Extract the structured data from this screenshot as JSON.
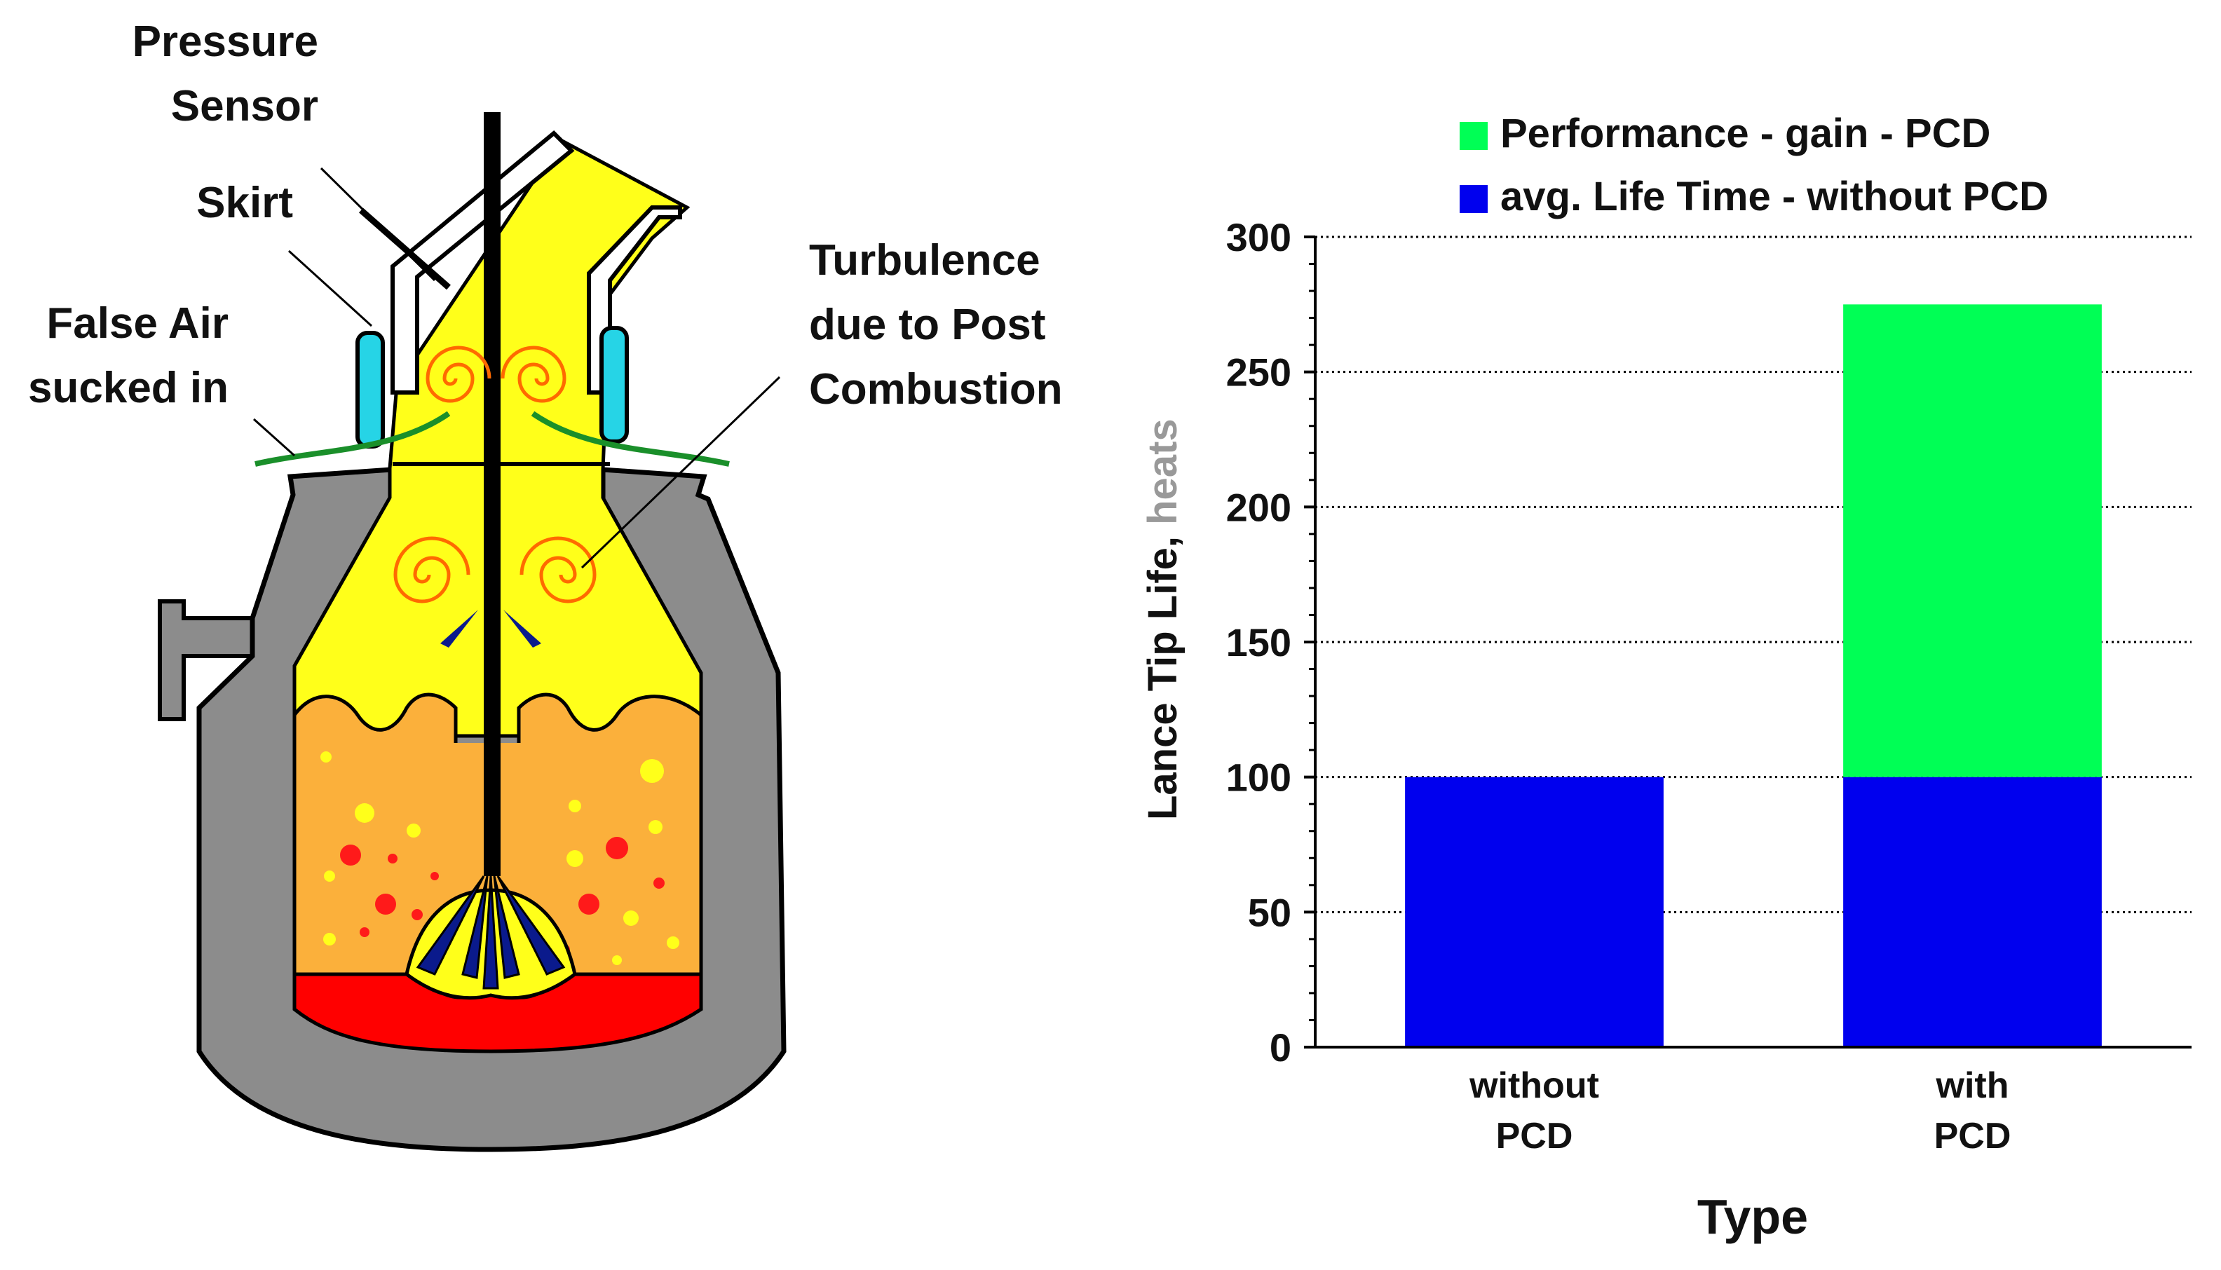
{
  "diagram": {
    "labels": {
      "pressure_sensor_line1": "Pressure",
      "pressure_sensor_line2": "Sensor",
      "skirt": "Skirt",
      "false_air_line1": "False Air",
      "false_air_line2": "sucked in",
      "turbulence_line1": "Turbulence",
      "turbulence_line2": "due to Post",
      "turbulence_line3": "Combustion"
    },
    "colors": {
      "vessel": "#8c8c8c",
      "gas": "#ffff1a",
      "slag": "#fbb03b",
      "melt": "#ff0000",
      "lance": "#000000",
      "skirt": "#26d4e6",
      "seal": "#1a8f2a",
      "jets": "#0a1a8c",
      "turbulence": "#ff6a00"
    }
  },
  "chart_data": {
    "type": "bar",
    "stacked": true,
    "categories": [
      {
        "line1": "without",
        "line2": "PCD"
      },
      {
        "line1": "with",
        "line2": "PCD"
      }
    ],
    "series": [
      {
        "name": "avg. Life Time - without PCD",
        "color": "#0000ee",
        "values": [
          100,
          100
        ]
      },
      {
        "name": "Performance - gain - PCD",
        "color": "#00ff55",
        "values": [
          0,
          175
        ]
      }
    ],
    "legend_order": [
      1,
      0
    ],
    "legend_position": "top",
    "xlabel": "Type",
    "ylabel_main": "Lance Tip Life, ",
    "ylabel_unit": "heats",
    "ylim": [
      0,
      300
    ],
    "yticks": [
      0,
      50,
      100,
      150,
      200,
      250,
      300
    ],
    "grid": "horizontal dotted"
  }
}
